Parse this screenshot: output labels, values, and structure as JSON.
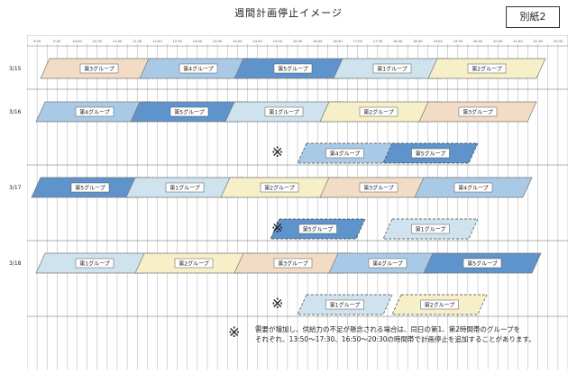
{
  "title": "週間計画停止イメージ",
  "badge": "別紙2",
  "ticks_top": [
    "9:00",
    "9:30",
    "10:00",
    "10:30",
    "11:00",
    "11:30",
    "12:00",
    "12:30",
    "13:00",
    "13:30",
    "14:00",
    "14:30",
    "15:00",
    "15:30",
    "16:00",
    "16:30",
    "17:00",
    "17:30",
    "18:00",
    "18:30",
    "19:00",
    "19:30",
    "20:00",
    "20:30",
    "21:00",
    "21:30",
    "22:00"
  ],
  "days": [
    {
      "label": "3/15",
      "main": [
        "第3グループ",
        "第4グループ",
        "第5グループ",
        "第1グループ",
        "第2グループ"
      ],
      "sub": []
    },
    {
      "label": "3/16",
      "main": [
        "第4グループ",
        "第5グループ",
        "第1グループ",
        "第2グループ",
        "第3グループ"
      ],
      "sub": [
        "第4グループ",
        "第5グループ"
      ]
    },
    {
      "label": "3/17",
      "main": [
        "第5グループ",
        "第1グループ",
        "第2グループ",
        "第3グループ",
        "第4グループ"
      ],
      "sub": [
        "第5グループ",
        "第1グループ"
      ]
    },
    {
      "label": "3/18",
      "main": [
        "第1グループ",
        "第2グループ",
        "第3グループ",
        "第4グループ",
        "第5グループ"
      ],
      "sub": [
        "第1グループ",
        "第2グループ"
      ]
    }
  ],
  "group_colors": {
    "第1グループ": "#cfe3ee",
    "第2グループ": "#f6efc8",
    "第3グループ": "#f3dcc6",
    "第4グループ": "#a9cae6",
    "第5グループ": "#5e93cb"
  },
  "note_mark": "※",
  "note_lines": [
    "需要が増加し、供給力の不足が懸念される場合は、同日の第1、第2時間帯のグループを",
    "それぞれ、13:50～17:30、16:50～20:30の時間帯で計画停止を追加することがあります。"
  ]
}
